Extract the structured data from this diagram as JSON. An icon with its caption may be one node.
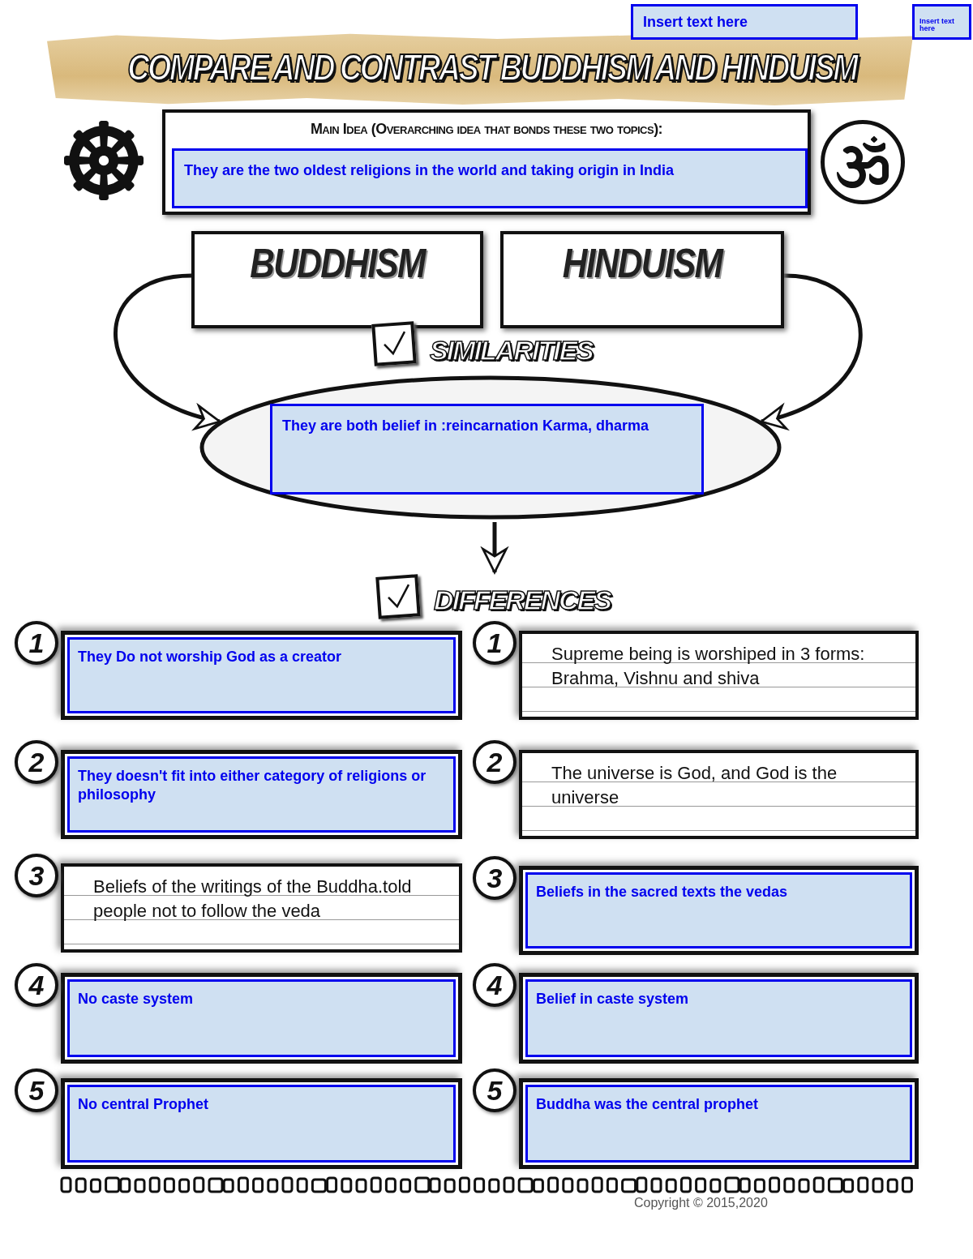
{
  "diagram": {
    "title": "COMPARE AND CONTRAST BUDDHISM AND HINDUISM",
    "nodes": [
      {
        "text": [
          "Insert text here"
        ]
      },
      {
        "text": [
          "Insert text here"
        ]
      },
      {
        "text": [
          "Main Idea (Overarching idea that bonds these two topics):"
        ]
      },
      {
        "text": [
          "They are the two oldest religions in the world and taking origin in India"
        ],
        "in": 2
      },
      {
        "text": [
          "BUDDHISM"
        ]
      },
      {
        "text": [
          "HINDUISM"
        ]
      },
      {
        "text": [
          "SIMILARITIES"
        ]
      },
      {
        "text": [
          "They are both belief in :reincarnation Karma, dharma"
        ],
        "in": 6
      },
      {
        "text": [
          "DIFFERENCES"
        ]
      },
      {
        "text": [
          "They Do not worship God as a creator"
        ],
        "beside": [
          "1"
        ]
      },
      {
        "text": [
          "Supreme being is worshiped in 3 forms: Brahma, Vishnu and shiva"
        ],
        "beside": [
          "1"
        ]
      },
      {
        "text": [
          "They doesn't fit into either category of religions or philosophy"
        ],
        "beside": [
          "2"
        ]
      },
      {
        "text": [
          "The universe is God, and God is the universe"
        ],
        "beside": [
          "2"
        ]
      },
      {
        "text": [
          "Beliefs of the writings of the Buddha.told people not to follow the veda"
        ],
        "beside": [
          "3"
        ]
      },
      {
        "text": [
          "Beliefs in the sacred texts the vedas"
        ],
        "beside": [
          "3"
        ]
      },
      {
        "text": [
          "No caste system"
        ],
        "beside": [
          "4"
        ]
      },
      {
        "text": [
          "Belief in caste system"
        ],
        "beside": [
          "4"
        ]
      },
      {
        "text": [
          "No central Prophet"
        ],
        "beside": [
          "5"
        ]
      },
      {
        "text": [
          "Buddha was the central prophet"
        ],
        "beside": [
          "5"
        ]
      }
    ],
    "edges": [
      {
        "from": 4,
        "to": 6,
        "arrow": "to"
      },
      {
        "from": 5,
        "to": 6,
        "arrow": "to"
      },
      {
        "from": 6,
        "to": 8,
        "arrow": "to"
      }
    ],
    "labels": [
      "Copyright © 2015,2020"
    ]
  }
}
